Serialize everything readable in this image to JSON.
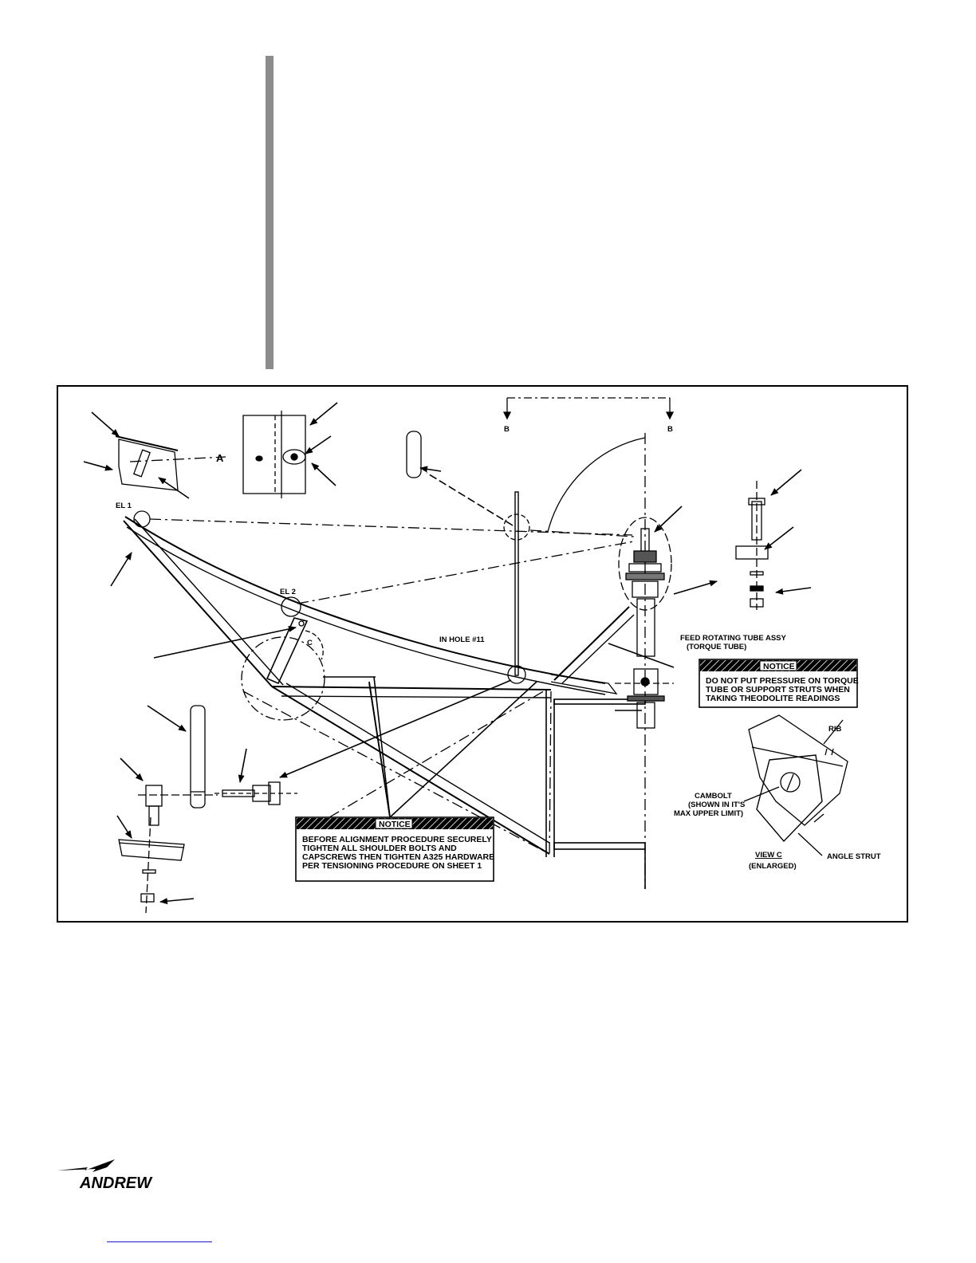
{
  "diagram": {
    "labels": {
      "section_marker_left": "B",
      "section_marker_right": "B",
      "el1": "EL 1",
      "el2": "EL 2",
      "view_c_marker": "C",
      "in_hole": "IN HOLE #11",
      "feed_tube_line1": "FEED ROTATING TUBE ASSY",
      "feed_tube_line2": "(TORQUE TUBE)",
      "rib": "RIB",
      "cambolt_line1": "CAMBOLT",
      "cambolt_line2": "(SHOWN IN IT'S",
      "cambolt_line3": "MAX UPPER LIMIT)",
      "angle_strut": "ANGLE STRUT",
      "view_c_title": "VIEW C",
      "view_c_sub": "(ENLARGED)",
      "detail_a": "A"
    },
    "notice_torque": {
      "title": "NOTICE",
      "lines": [
        "DO NOT PUT PRESSURE ON TORQUE",
        "TUBE OR SUPPORT STRUTS WHEN",
        "TAKING THEODOLITE READINGS"
      ]
    },
    "notice_alignment": {
      "title": "NOTICE",
      "lines": [
        "BEFORE ALIGNMENT PROCEDURE SECURELY",
        "TIGHTEN ALL SHOULDER BOLTS AND",
        "CAPSCREWS THEN TIGHTEN A325 HARDWARE",
        "PER TENSIONING PROCEDURE ON SHEET 1"
      ]
    }
  },
  "logo": {
    "text": "ANDREW"
  },
  "colors": {
    "bar": "#8c8c8c",
    "ink": "#000000",
    "footer_rule": "#1a1acc"
  }
}
